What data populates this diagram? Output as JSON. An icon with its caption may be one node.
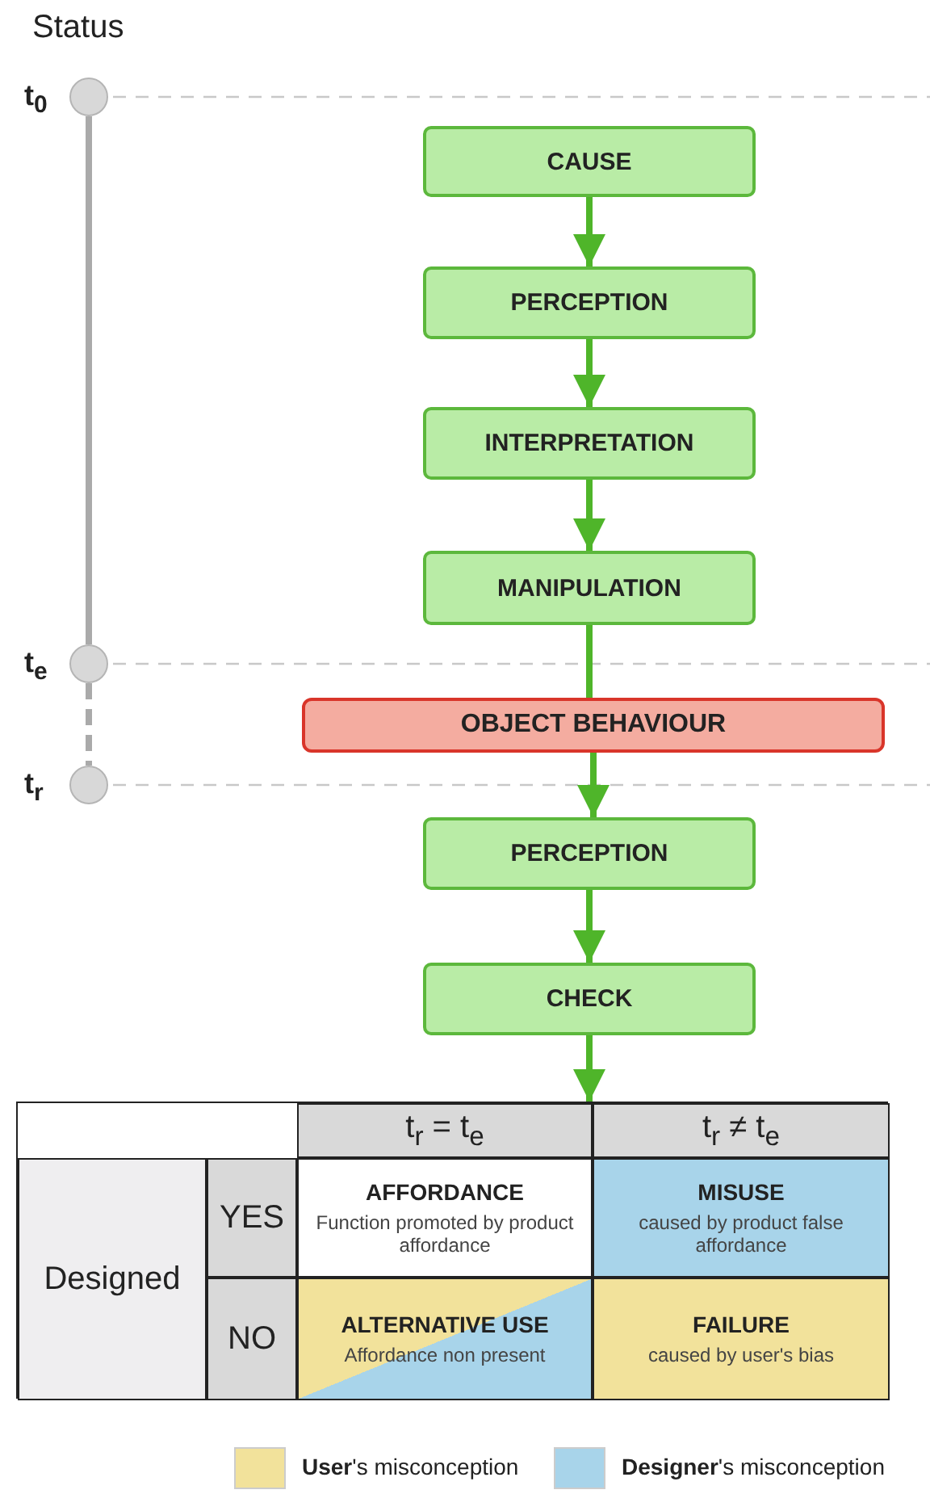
{
  "diagram": {
    "title": "Status",
    "nodes": [
      {
        "text": [
          "CAUSE"
        ]
      },
      {
        "text": [
          "PERCEPTION"
        ]
      },
      {
        "text": [
          "INTERPRETATION"
        ]
      },
      {
        "text": [
          "MANIPULATION"
        ]
      },
      {
        "text": [
          "OBJECT BEHAVIOUR"
        ]
      },
      {
        "text": [
          "PERCEPTION"
        ]
      },
      {
        "text": [
          "CHECK"
        ]
      },
      {
        "text": [],
        "shape": "circle",
        "beside": [
          "t$_{0}$"
        ]
      },
      {
        "text": [],
        "shape": "circle",
        "beside": [
          "t$_{e}$"
        ]
      },
      {
        "text": [],
        "shape": "circle",
        "beside": [
          "t$_{r}$"
        ]
      },
      {
        "text": [],
        "shape": "box"
      },
      {
        "text": [
          "t$_{r}$ = t$_{e}$"
        ],
        "in": 10
      },
      {
        "text": [
          "t$_{r}$ ≠ t$_{e}$"
        ],
        "in": 10
      },
      {
        "text": [
          "Designed"
        ],
        "in": 10
      },
      {
        "text": [
          "YES"
        ],
        "in": 10
      },
      {
        "text": [
          "AFFORDANCE",
          "Function promoted by product affordance"
        ],
        "in": 10
      },
      {
        "text": [
          "MISUSE",
          "caused by product false affordance"
        ],
        "in": 10
      },
      {
        "text": [
          "NO"
        ],
        "in": 10
      },
      {
        "text": [
          "ALTERNATIVE USE",
          "Affordance non present"
        ],
        "in": 10
      },
      {
        "text": [
          "FAILURE",
          "caused by user's bias"
        ],
        "in": 10
      }
    ],
    "edges": [
      {
        "from": 0,
        "to": 1,
        "arrow": "to"
      },
      {
        "from": 1,
        "to": 2,
        "arrow": "to"
      },
      {
        "from": 2,
        "to": 3,
        "arrow": "to"
      },
      {
        "from": 3,
        "to": 4,
        "arrow": "none"
      },
      {
        "from": 4,
        "to": 5,
        "arrow": "to"
      },
      {
        "from": 5,
        "to": 6,
        "arrow": "to"
      },
      {
        "from": 6,
        "to": 10,
        "arrow": "to"
      },
      {
        "from": 7,
        "to": 8,
        "arrow": "none",
        "color": "#aaaaaa"
      },
      {
        "from": 8,
        "to": 9,
        "arrow": "none",
        "style": "dashed",
        "color": "#aaaaaa"
      }
    ],
    "legend": [
      {
        "text": "**User**'s misconception",
        "color": "#f2e29b"
      },
      {
        "text": "**Designer**'s misconception",
        "color": "#a8d4ea"
      }
    ]
  }
}
